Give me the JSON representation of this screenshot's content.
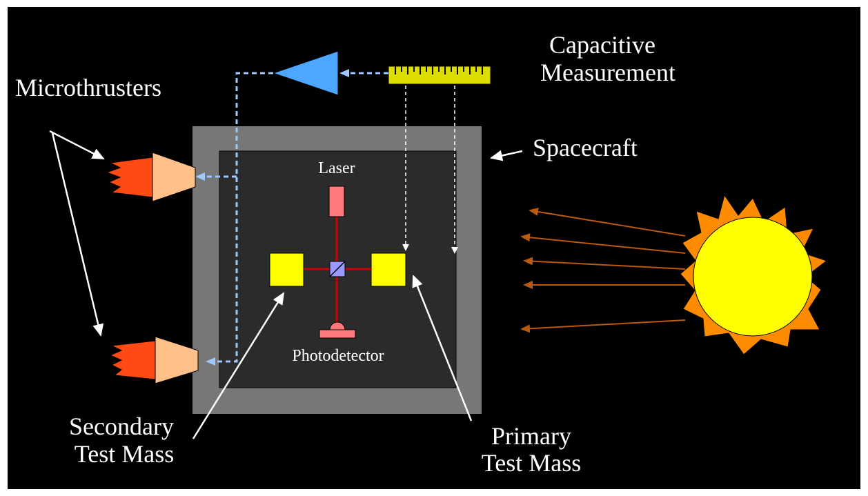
{
  "labels": {
    "capacitive_line1": "Capacitive",
    "capacitive_line2": "Measurement",
    "microthrusters": "Microthrusters",
    "spacecraft": "Spacecraft",
    "laser": "Laser",
    "photodetector": "Photodetector",
    "secondary_line1": "Secondary",
    "secondary_line2": "Test Mass",
    "primary_line1": "Primary",
    "primary_line2": "Test Mass"
  },
  "colors": {
    "background": "#000000",
    "frame": "#ffffff",
    "spacecraft_outer": "#777777",
    "spacecraft_inner": "#2b2b2b",
    "test_mass": "#ffff00",
    "laser": "#ff7a7a",
    "beam": "#cc0000",
    "beamsplitter": "#9999ff",
    "amplifier": "#4da6ff",
    "signal_line": "#9fc8ff",
    "ruler": "#dddd00",
    "thruster_nozzle": "#ffc08a",
    "thruster_flame": "#ff4a14",
    "sun_body": "#ffff00",
    "sun_rays": "#ff8c00",
    "sunlight_arrows": "#b85a10"
  },
  "icons": [
    "amplifier-icon",
    "ruler-icon",
    "thruster-icon",
    "sun-icon",
    "laser-icon",
    "photodetector-icon",
    "beamsplitter-icon"
  ]
}
